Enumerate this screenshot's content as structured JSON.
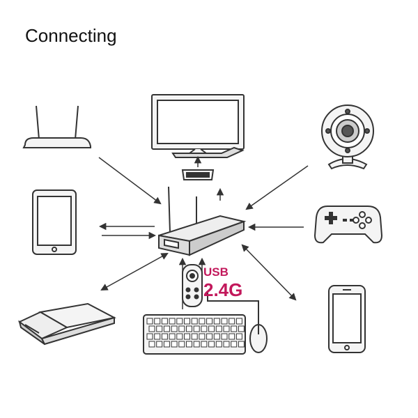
{
  "title": "Connecting",
  "usb_label": "USB",
  "wireless_label": "2.4G",
  "colors": {
    "accent": "#c2185b",
    "line": "#333333",
    "fill": "#f4f4f4"
  },
  "devices": [
    {
      "name": "router-icon"
    },
    {
      "name": "monitor-icon"
    },
    {
      "name": "webcam-icon"
    },
    {
      "name": "tablet-icon"
    },
    {
      "name": "gamepad-icon"
    },
    {
      "name": "external-drive-icon"
    },
    {
      "name": "keyboard-icon"
    },
    {
      "name": "mouse-icon"
    },
    {
      "name": "remote-control-icon"
    },
    {
      "name": "smartphone-icon"
    },
    {
      "name": "hdmi-connector-icon"
    },
    {
      "name": "tv-stick-icon"
    }
  ]
}
